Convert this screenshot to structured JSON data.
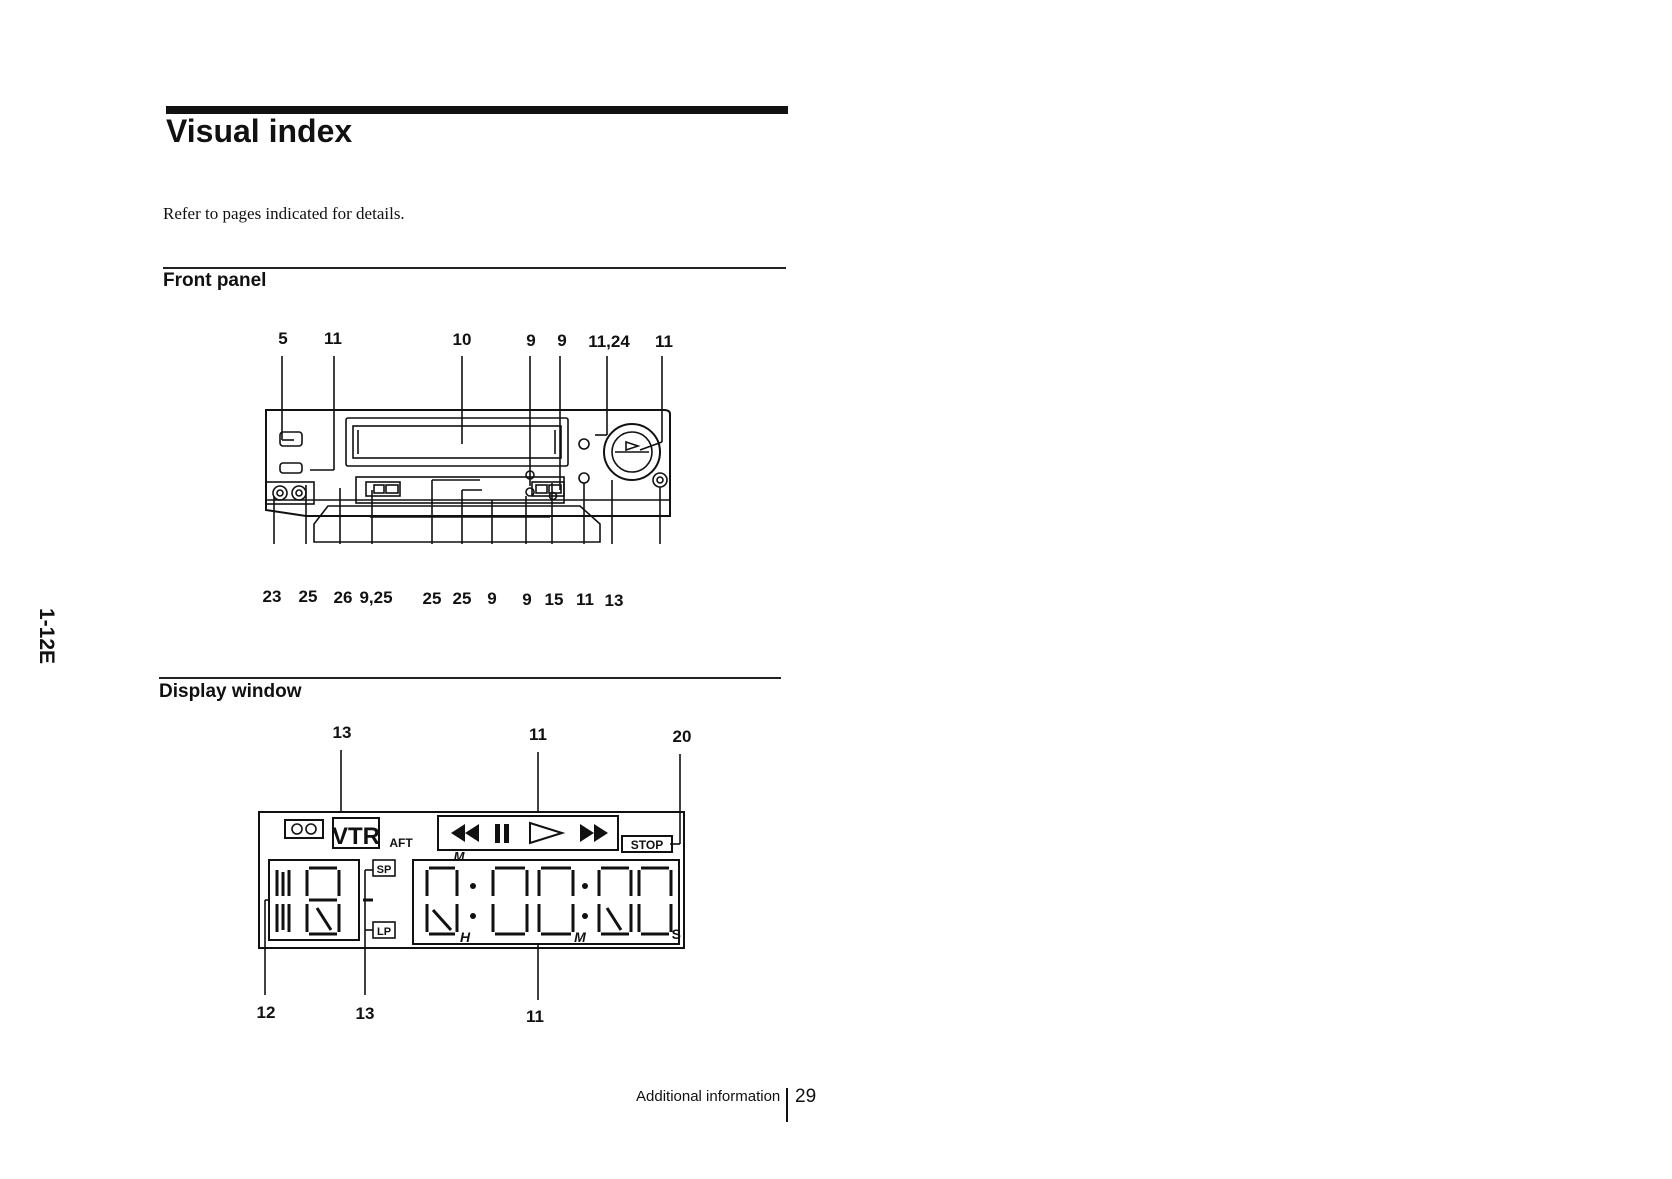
{
  "heading": "Visual index",
  "intro": "Refer to pages indicated for details.",
  "side_page": "1-12E",
  "sections": {
    "front_panel": "Front panel",
    "display_window": "Display window"
  },
  "front_panel": {
    "top_callouts": [
      "5",
      "11",
      "10",
      "9",
      "9",
      "11,24",
      "11"
    ],
    "bottom_callouts": [
      "23",
      "25",
      "26",
      "9,25",
      "25",
      "25",
      "9",
      "9",
      "15",
      "11",
      "13"
    ]
  },
  "display_window": {
    "top_callouts": [
      "13",
      "11",
      "20"
    ],
    "bottom_callouts": [
      "12",
      "13",
      "11"
    ],
    "labels": {
      "vtr": "VTR",
      "aft": "AFT",
      "sp": "SP",
      "lp": "LP",
      "stop": "STOP",
      "m": "M",
      "h": "H",
      "mm": "M",
      "s": "S"
    }
  },
  "footer": {
    "label": "Additional information",
    "page": "29"
  }
}
